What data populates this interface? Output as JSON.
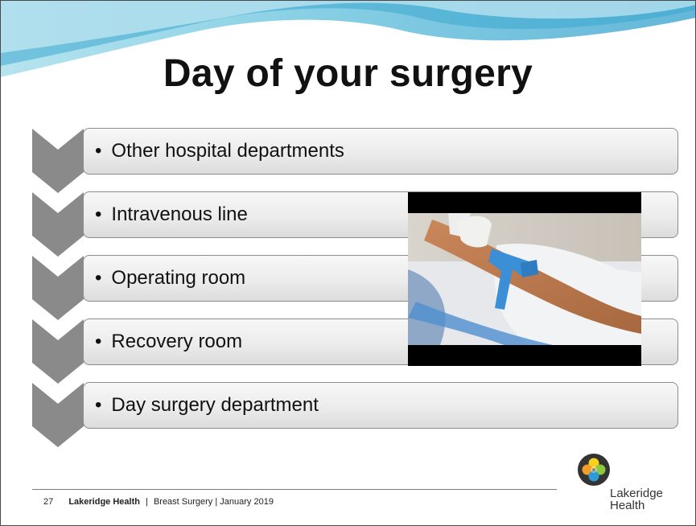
{
  "slide": {
    "title": "Day of your surgery",
    "items": [
      {
        "label": "Other hospital departments"
      },
      {
        "label": "Intravenous line"
      },
      {
        "label": "Operating room"
      },
      {
        "label": "Recovery room"
      },
      {
        "label": "Day surgery department"
      }
    ]
  },
  "media": {
    "icon": "video-thumbnail-iv-line"
  },
  "footer": {
    "page_number": "27",
    "organization": "Lakeridge Health",
    "separator": "|",
    "presentation": "Breast Surgery | January 2019"
  },
  "logo": {
    "line1": "Lakeridge",
    "line2": "Health"
  },
  "colors": {
    "wave_light": "#8fd3e4",
    "wave_mid": "#3fa9cf",
    "chevron": "#8a8a8a",
    "bar_border": "#8c8c8c",
    "logo_orange": "#f39c27",
    "logo_yellow": "#f6d21f",
    "logo_green": "#8dc63f",
    "logo_blue": "#2e9bd6"
  }
}
